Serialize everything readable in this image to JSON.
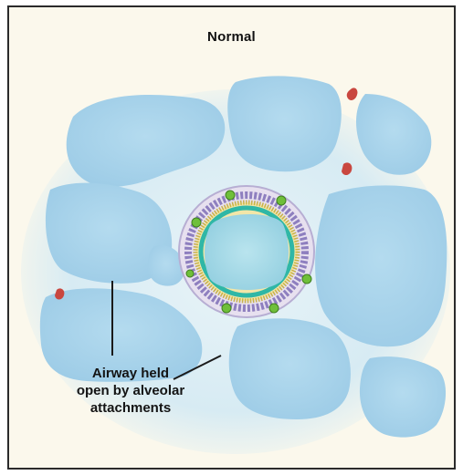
{
  "figure": {
    "title": "Normal",
    "caption_lines": [
      "Airway held",
      "open by alveolar",
      "attachments"
    ]
  },
  "colors": {
    "alveolus_fill": "#a9d3ea",
    "septum": "#f6f2e3",
    "airway_lumen": "#a7d9e6",
    "epithelium": "#2fb7a6",
    "smooth_muscle": "#8e7fbf",
    "gland_dots": "#6fbf3a",
    "vessel": "#c9473f"
  }
}
